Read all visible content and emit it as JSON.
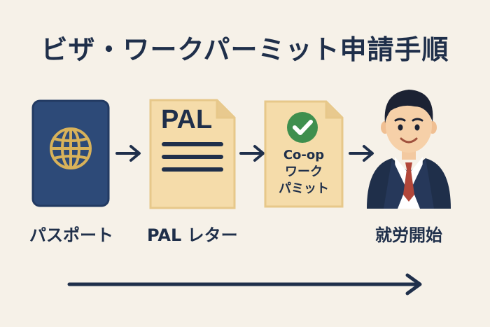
{
  "title": "ビザ・ワークパーミット申請手順",
  "steps": [
    {
      "label": "パスポート",
      "icon": "passport-icon"
    },
    {
      "label": "PAL レター",
      "icon": "pal-document-icon",
      "doc_title": "PAL"
    },
    {
      "label": "",
      "icon": "checked-document-icon",
      "doc_lines": [
        "Co-op",
        "ワーク",
        "パミット"
      ]
    },
    {
      "label": "就労開始",
      "icon": "businessman-icon"
    }
  ],
  "colors": {
    "background": "#f6f1e8",
    "navy": "#1f2f4a",
    "passport": "#2d4a78",
    "globe": "#d8b25a",
    "paper": "#f5dcaa",
    "check": "#3f8f4e",
    "tie": "#b2473a"
  }
}
